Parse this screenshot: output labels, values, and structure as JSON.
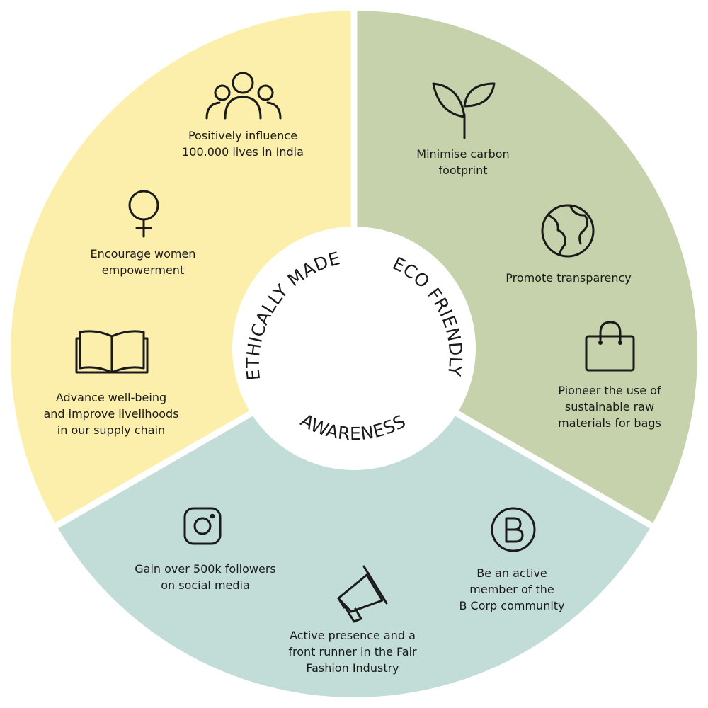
{
  "colors": {
    "ethically_made": "#fcefab",
    "eco_friendly": "#c5d2ab",
    "awareness": "#c2dcd7",
    "center": "#ffffff",
    "separator": "#ffffff",
    "text": "#1a1a1a"
  },
  "center": {
    "ethically_made": "ETHICALLY MADE",
    "eco_friendly": "ECO FRIENDLY",
    "awareness": "AWARENESS"
  },
  "ethically_made": {
    "items": [
      {
        "icon": "people-icon",
        "label": "Positively influence\n100.000 lives in India"
      },
      {
        "icon": "female-symbol-icon",
        "label": "Encourage women\nempowerment"
      },
      {
        "icon": "open-book-icon",
        "label": "Advance well-being\nand improve livelihoods\nin our supply chain"
      }
    ]
  },
  "eco_friendly": {
    "items": [
      {
        "icon": "sprout-icon",
        "label": "Minimise carbon\nfootprint"
      },
      {
        "icon": "globe-icon",
        "label": "Promote transparency"
      },
      {
        "icon": "shopping-bag-icon",
        "label": "Pioneer the use of\nsustainable raw\nmaterials for bags"
      }
    ]
  },
  "awareness": {
    "items": [
      {
        "icon": "instagram-icon",
        "label": "Gain over 500k followers\non social media"
      },
      {
        "icon": "megaphone-icon",
        "label": "Active presence and a\nfront runner in the Fair\nFashion Industry"
      },
      {
        "icon": "b-corp-icon",
        "label": "Be an active\nmember of the\nB Corp community"
      }
    ]
  }
}
